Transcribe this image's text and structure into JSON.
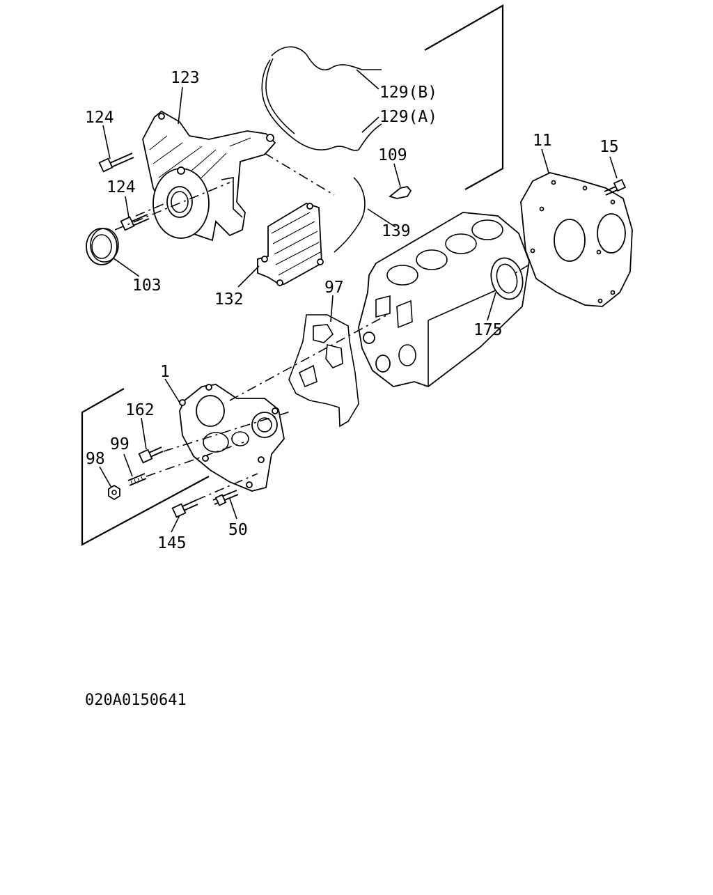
{
  "diagram": {
    "labels": {
      "p123": "123",
      "p124a": "124",
      "p124b": "124",
      "p103": "103",
      "p132": "132",
      "p129b": "129(B)",
      "p129a": "129(A)",
      "p109": "109",
      "p139": "139",
      "p11": "11",
      "p15": "15",
      "p97": "97",
      "p175": "175",
      "p1": "1",
      "p162": "162",
      "p99": "99",
      "p98": "98",
      "p145": "145",
      "p50": "50"
    },
    "drawing_code": "020A0150641"
  }
}
